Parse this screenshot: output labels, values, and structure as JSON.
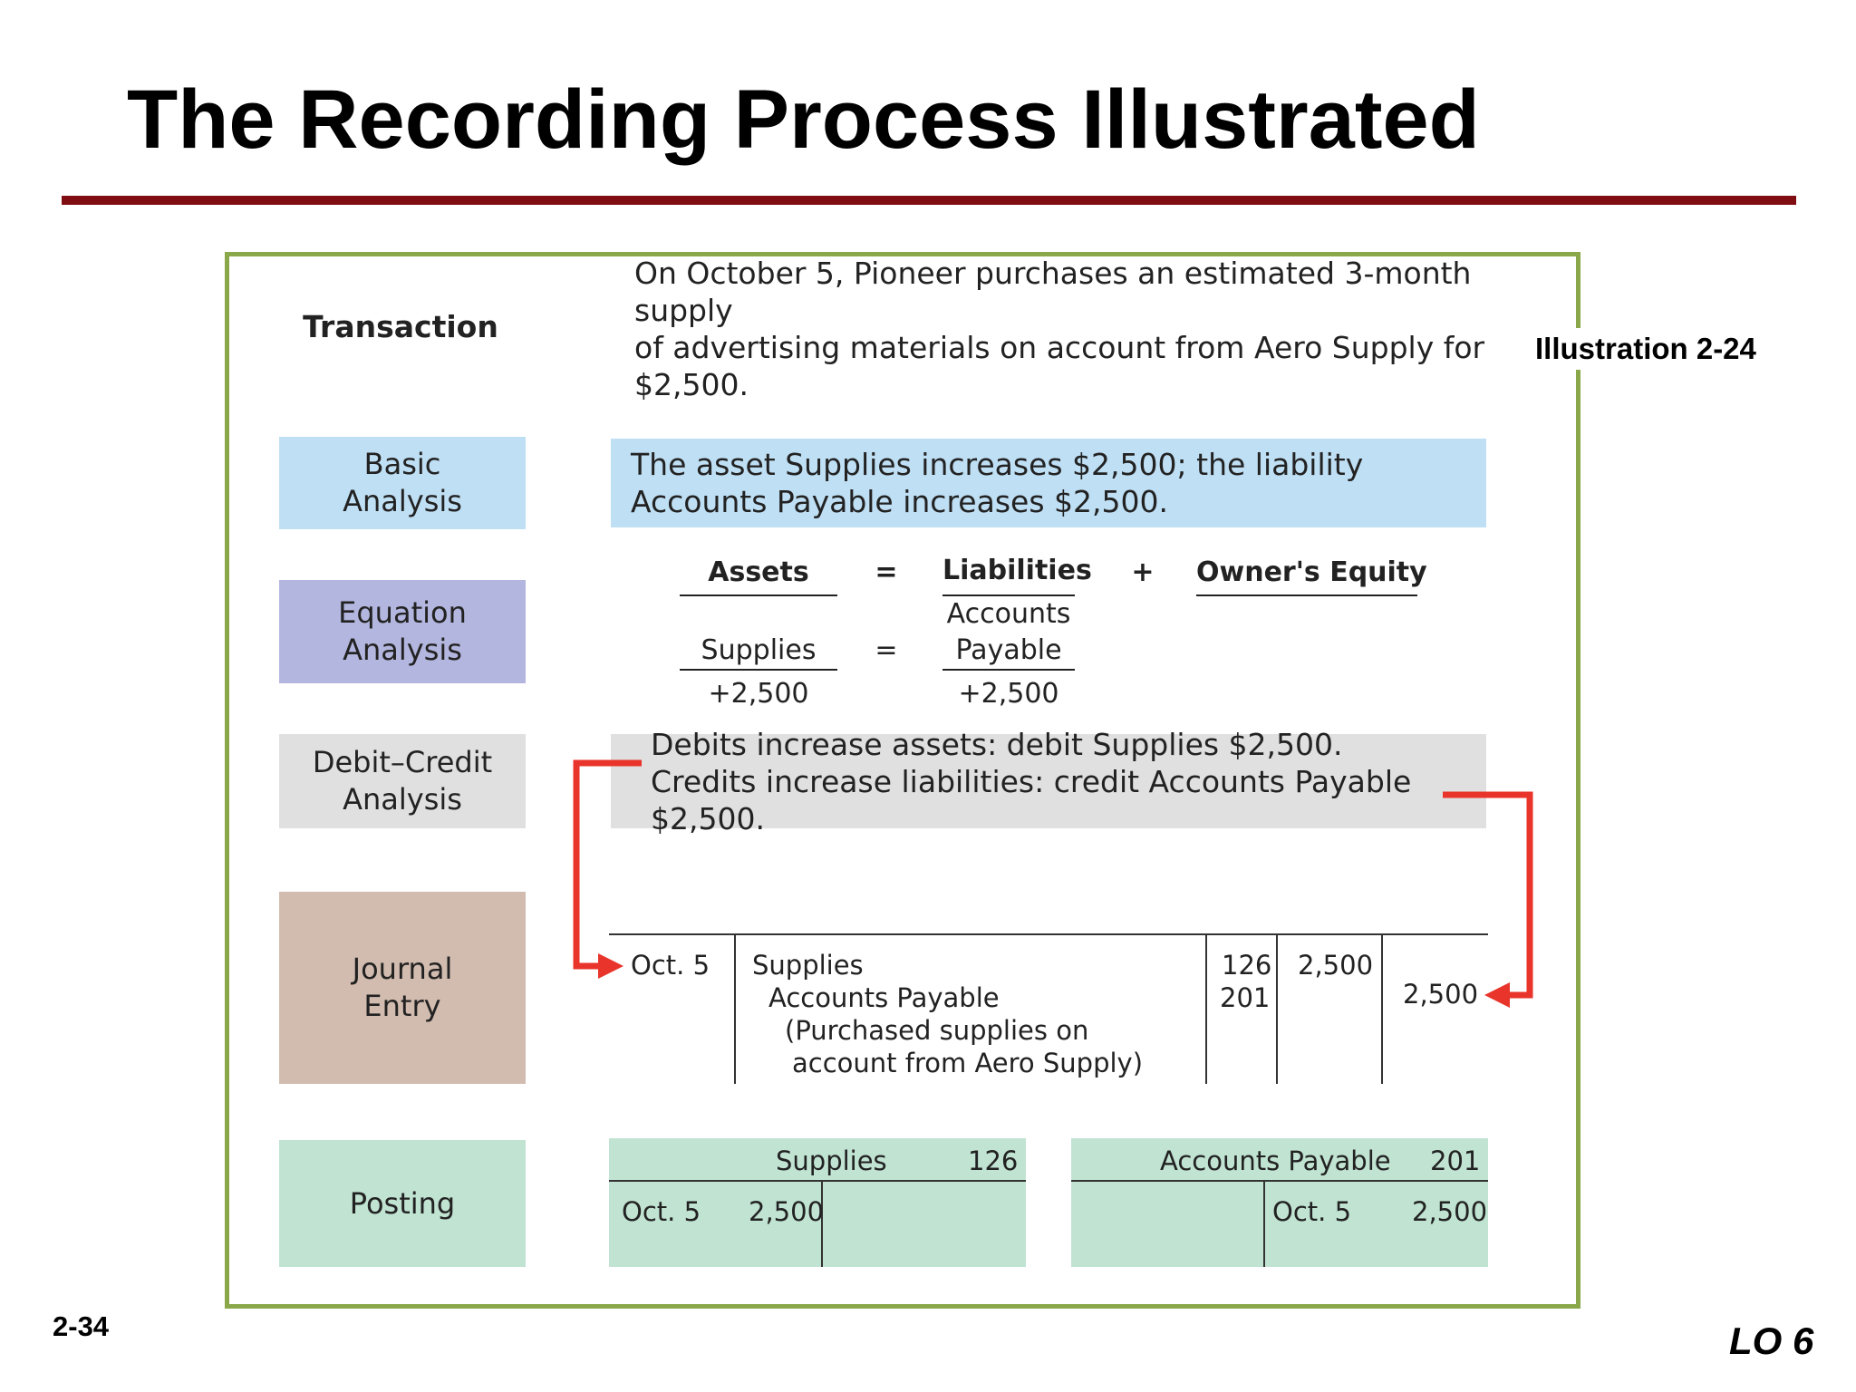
{
  "slide": {
    "title": "The Recording Process Illustrated",
    "illustration_label": "Illustration 2-24",
    "page_number": "2-34",
    "learning_objective": "LO 6"
  },
  "colors": {
    "title_rule": "#7f0d12",
    "frame_border": "#8aa84a",
    "basic_analysis_fill": "#bfdff4",
    "equation_analysis_fill": "#b3b6de",
    "debit_credit_fill": "#e0e0e0",
    "journal_entry_fill": "#d2bcaf",
    "posting_fill": "#c0e3d2",
    "arrow": "#e8342a"
  },
  "transaction": {
    "label": "Transaction",
    "text_line1": "On October 5, Pioneer purchases an estimated 3-month supply",
    "text_line2": "of advertising materials on account from Aero Supply for $2,500."
  },
  "basic_analysis": {
    "label_line1": "Basic",
    "label_line2": "Analysis",
    "text_line1": "The asset Supplies increases $2,500; the liability",
    "text_line2": "Accounts Payable increases $2,500."
  },
  "equation_analysis": {
    "label_line1": "Equation",
    "label_line2": "Analysis",
    "assets_header": "Assets",
    "equals_sign": "=",
    "liabilities_header": "Liabilities",
    "plus_sign": "+",
    "equity_header": "Owner's Equity",
    "asset_account": "Supplies",
    "liability_account_line1": "Accounts",
    "liability_account_line2": "Payable",
    "asset_change": "+2,500",
    "liability_change": "+2,500"
  },
  "debit_credit": {
    "label_line1": "Debit–Credit",
    "label_line2": "Analysis",
    "text_line1": "Debits increase assets: debit Supplies $2,500.",
    "text_line2": "Credits increase liabilities: credit Accounts Payable $2,500."
  },
  "journal_entry": {
    "label_line1": "Journal",
    "label_line2": "Entry",
    "date": "Oct. 5",
    "debit_account": "Supplies",
    "credit_account": "Accounts Payable",
    "explanation_line1": "(Purchased supplies on",
    "explanation_line2": "account from Aero Supply)",
    "debit_ref": "126",
    "credit_ref": "201",
    "debit_amount": "2,500",
    "credit_amount": "2,500"
  },
  "posting": {
    "label": "Posting",
    "supplies_account": {
      "name": "Supplies",
      "number": "126",
      "date": "Oct. 5",
      "debit_amount": "2,500"
    },
    "payable_account": {
      "name": "Accounts Payable",
      "number": "201",
      "date": "Oct. 5",
      "credit_amount": "2,500"
    }
  }
}
